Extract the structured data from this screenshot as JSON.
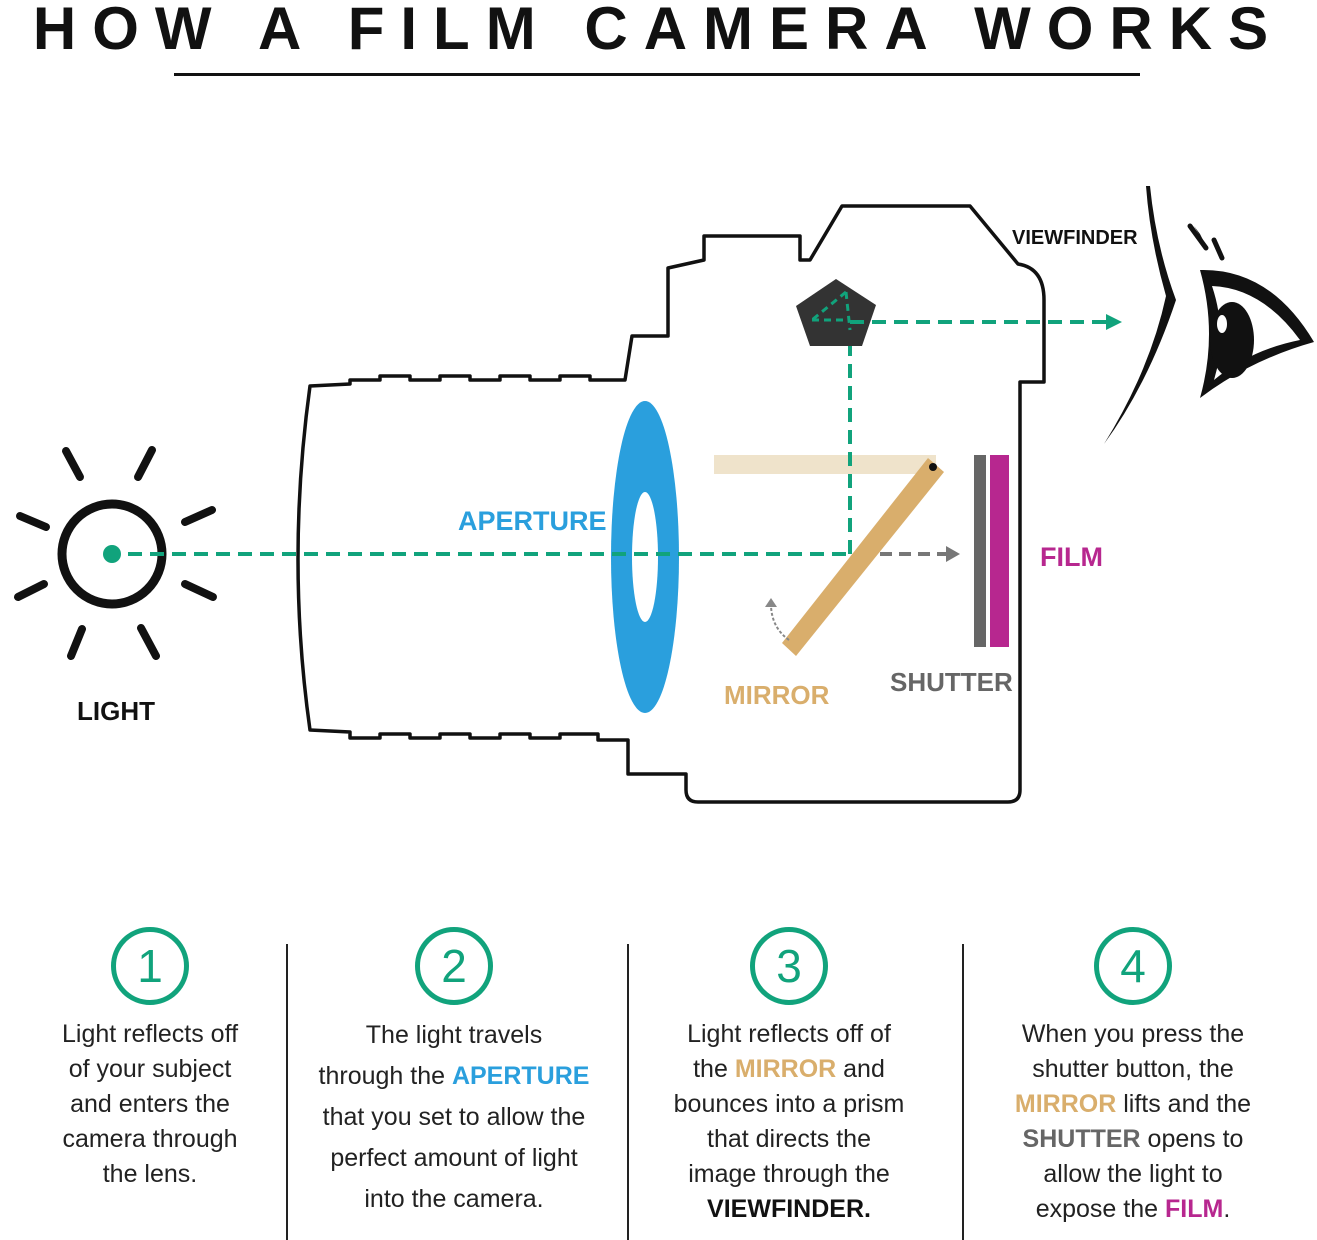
{
  "title": "HOW A FILM CAMERA WORKS",
  "labels": {
    "viewfinder": "VIEWFINDER",
    "aperture": "APERTURE",
    "film": "FILM",
    "light": "LIGHT",
    "mirror": "MIRROR",
    "shutter": "SHUTTER"
  },
  "colors": {
    "green": "#11a37c",
    "blue": "#2a9fdd",
    "mirror": "#d9ae6c",
    "shutter": "#666666",
    "film": "#b7278f",
    "black": "#111111"
  },
  "steps": [
    {
      "number": "1",
      "l1": "Light reflects off",
      "l2": "of your subject",
      "l3": "and enters the",
      "l4": "camera through",
      "l5": "the lens."
    },
    {
      "number": "2",
      "l1": "The light travels",
      "l2a": "through the ",
      "l2b": "APERTURE",
      "l3": "that you set to allow the",
      "l4": "perfect amount of light",
      "l5": "into the camera."
    },
    {
      "number": "3",
      "l1": "Light reflects off of",
      "l2a": "the ",
      "l2b": "MIRROR",
      "l2c": " and",
      "l3": "bounces into a prism",
      "l4": "that directs the",
      "l5": "image through the",
      "l6": "VIEWFINDER."
    },
    {
      "number": "4",
      "l1": "When you press the",
      "l2": "shutter button, the",
      "l3a": "MIRROR",
      "l3b": " lifts and the",
      "l4a": "SHUTTER",
      "l4b": " opens to",
      "l5": "allow the light to",
      "l6a": "expose the ",
      "l6b": "FILM",
      "l6c": "."
    }
  ]
}
